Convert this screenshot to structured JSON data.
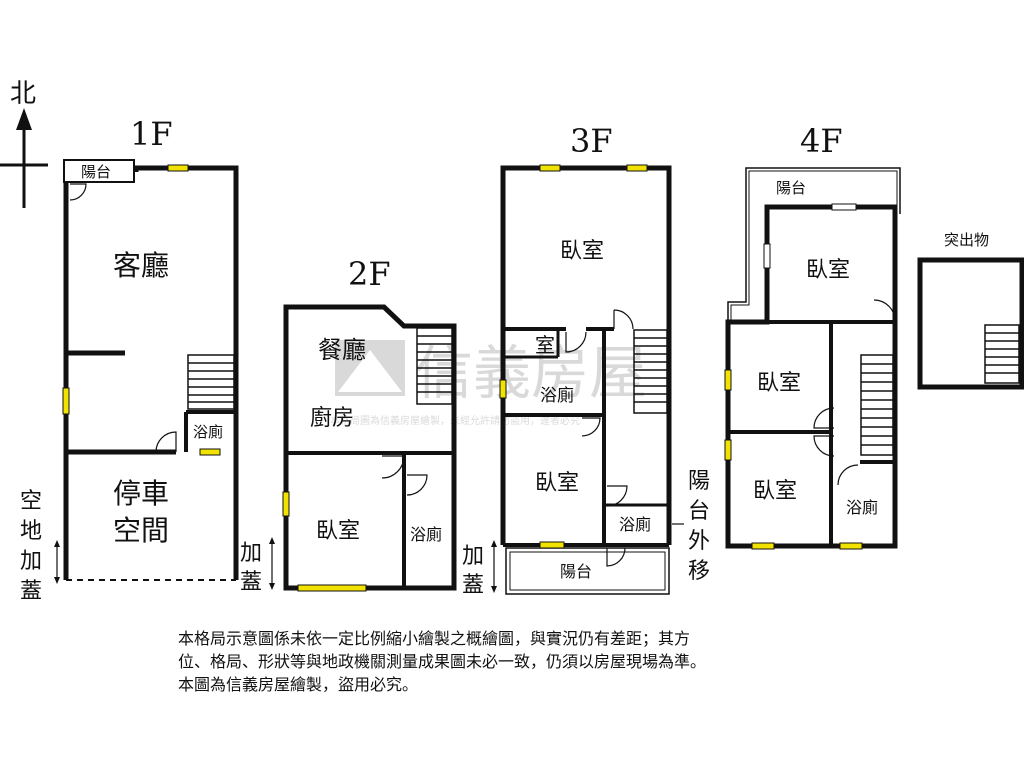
{
  "compass": {
    "label": "北"
  },
  "floors": {
    "f1": {
      "title": "1F",
      "rooms": {
        "balcony": "陽台",
        "living": "客廳",
        "bath": "浴廁",
        "parking_1": "停車",
        "parking_2": "空間"
      },
      "addition": [
        "空",
        "地",
        "加",
        "蓋"
      ]
    },
    "f2": {
      "title": "2F",
      "rooms": {
        "dining": "餐廳",
        "kitchen": "廚房",
        "bedroom": "臥室",
        "bath": "浴廁"
      },
      "addition": [
        "加",
        "蓋"
      ]
    },
    "f3": {
      "title": "3F",
      "rooms": {
        "bedroom_front": "臥室",
        "room_small": "室",
        "bath_mid": "浴廁",
        "bedroom_rear": "臥室",
        "bath_rear": "浴廁",
        "balcony": "陽台"
      },
      "addition": [
        "加",
        "蓋"
      ],
      "balcony_moved": [
        "陽",
        "台",
        "外",
        "移"
      ]
    },
    "f4": {
      "title": "4F",
      "rooms": {
        "balcony": "陽台",
        "bedroom_a": "臥室",
        "bedroom_b": "臥室",
        "bedroom_c": "臥室",
        "bath": "浴廁"
      }
    }
  },
  "protrusion": {
    "label": "突出物"
  },
  "watermark": {
    "brand": "信義房屋",
    "caption": "本格局圖為信義房屋繪製，未經允許請勿盜用，違者必究"
  },
  "disclaimer": [
    "本格局示意圖係未依一定比例縮小繪製之概繪圖，與實況仍有差距；其方",
    "位、格局、形狀等與地政機關測量成果圖未必一致，仍須以房屋現場為準。",
    "本圖為信義房屋繪製，盜用必究。"
  ]
}
